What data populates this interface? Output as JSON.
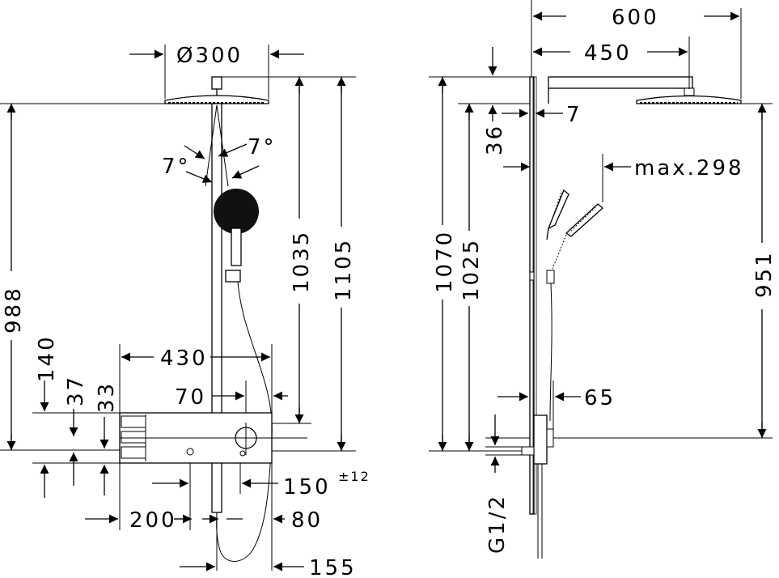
{
  "front_view": {
    "dims": {
      "head_diameter": "Ø300",
      "angle_right": "7°",
      "angle_left": "7°",
      "height_1035": "1035",
      "height_1105": "1105",
      "height_988": "988",
      "height_140": "140",
      "height_37": "37",
      "height_33": "33",
      "width_430": "430",
      "width_70": "70",
      "width_150": "150",
      "tolerance_150": "±12",
      "width_200": "200",
      "width_80": "80",
      "width_155": "155"
    }
  },
  "side_view": {
    "dims": {
      "arm_600": "600",
      "arm_450": "450",
      "offset_7": "7",
      "offset_36": "36",
      "max_298": "max.298",
      "height_1070": "1070",
      "height_1025": "1025",
      "height_951": "951",
      "depth_65": "65",
      "thread_g12": "G1/2"
    }
  }
}
